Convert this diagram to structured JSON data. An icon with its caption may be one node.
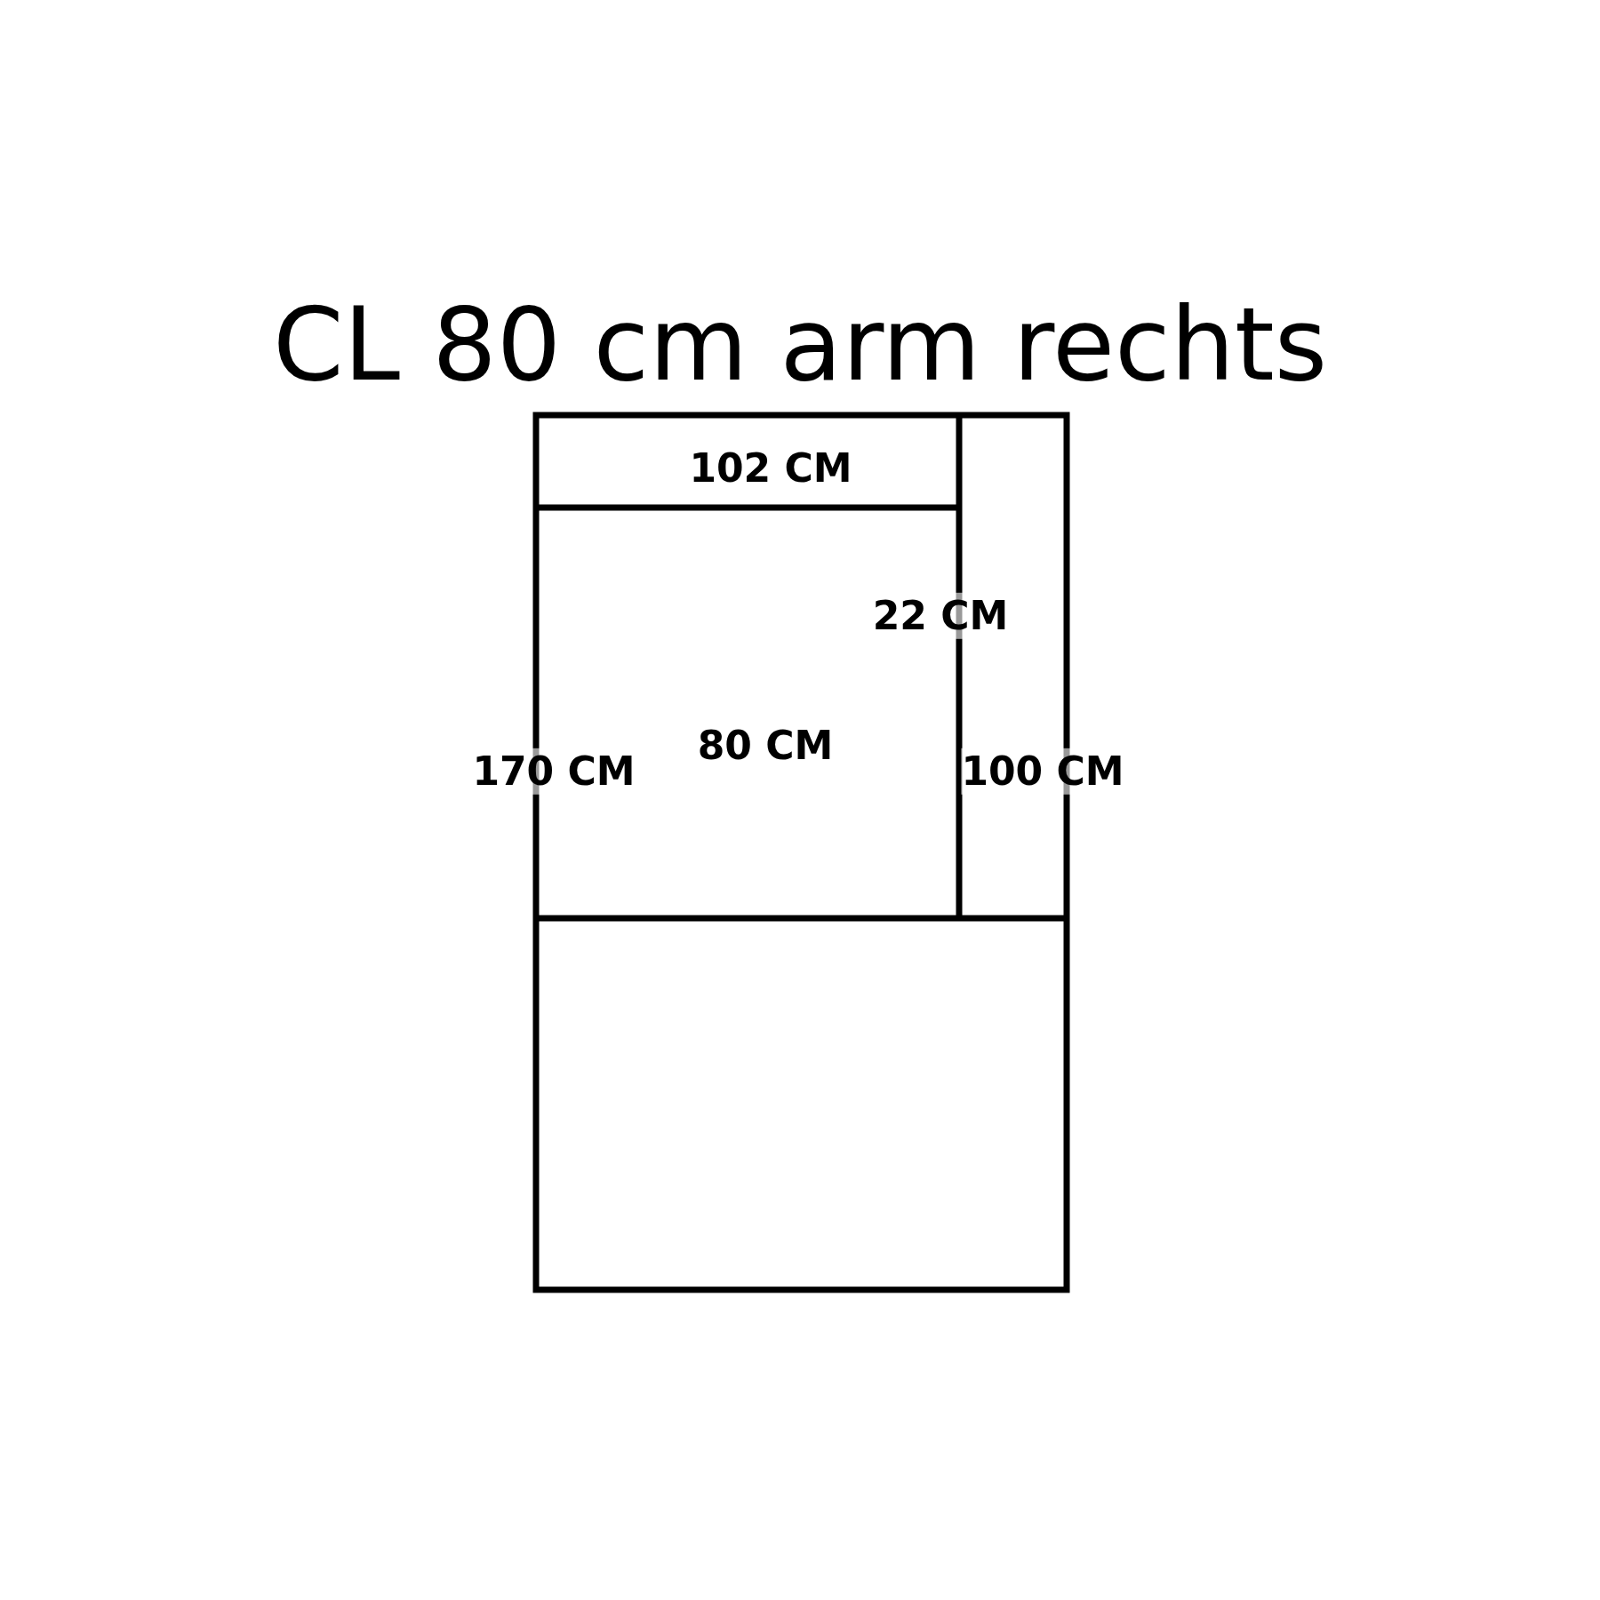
{
  "diagram": {
    "title": "CL 80 cm arm rechts",
    "labels": [
      "102 CM",
      "22 CM",
      "80 CM",
      "170 CM",
      "100 CM"
    ]
  }
}
